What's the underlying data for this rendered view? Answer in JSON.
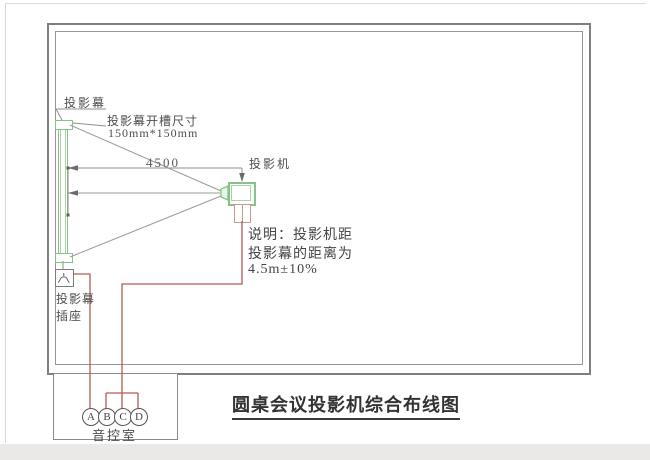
{
  "title": "圆桌会议投影机综合布线图",
  "labels": {
    "screen": "投影幕",
    "slot_size_line1": "投影幕开槽尺寸",
    "slot_size_line2": "150mm*150mm",
    "distance_dim": "4500",
    "projector": "投影机",
    "note_line1": "说明：投影机距",
    "note_line2": "投影幕的距离为",
    "note_line3": "4.5m±10%",
    "screen_socket_line1": "投影幕",
    "screen_socket_line2": "插座",
    "control_room": "音控室"
  },
  "terminals": [
    "A",
    "B",
    "C",
    "D"
  ],
  "colors": {
    "device_green": "#86c386",
    "wire_red": "#b45a50",
    "line_gray": "#8f8f8f"
  }
}
